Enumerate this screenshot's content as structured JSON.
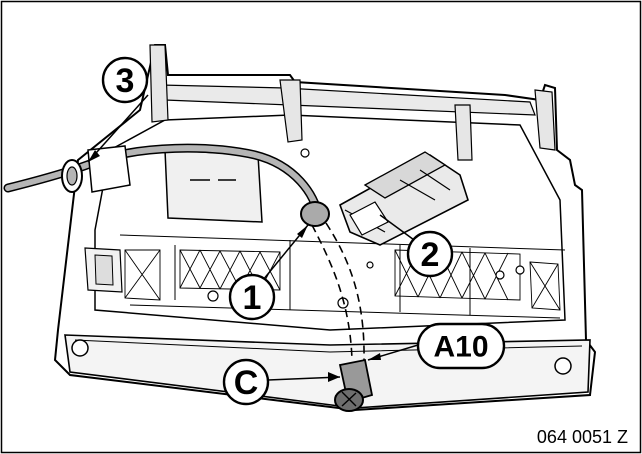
{
  "callouts": {
    "c1": "1",
    "c2": "2",
    "c3": "3",
    "cA10": "A10",
    "cC": "C"
  },
  "figure_code": "064 0051 Z"
}
